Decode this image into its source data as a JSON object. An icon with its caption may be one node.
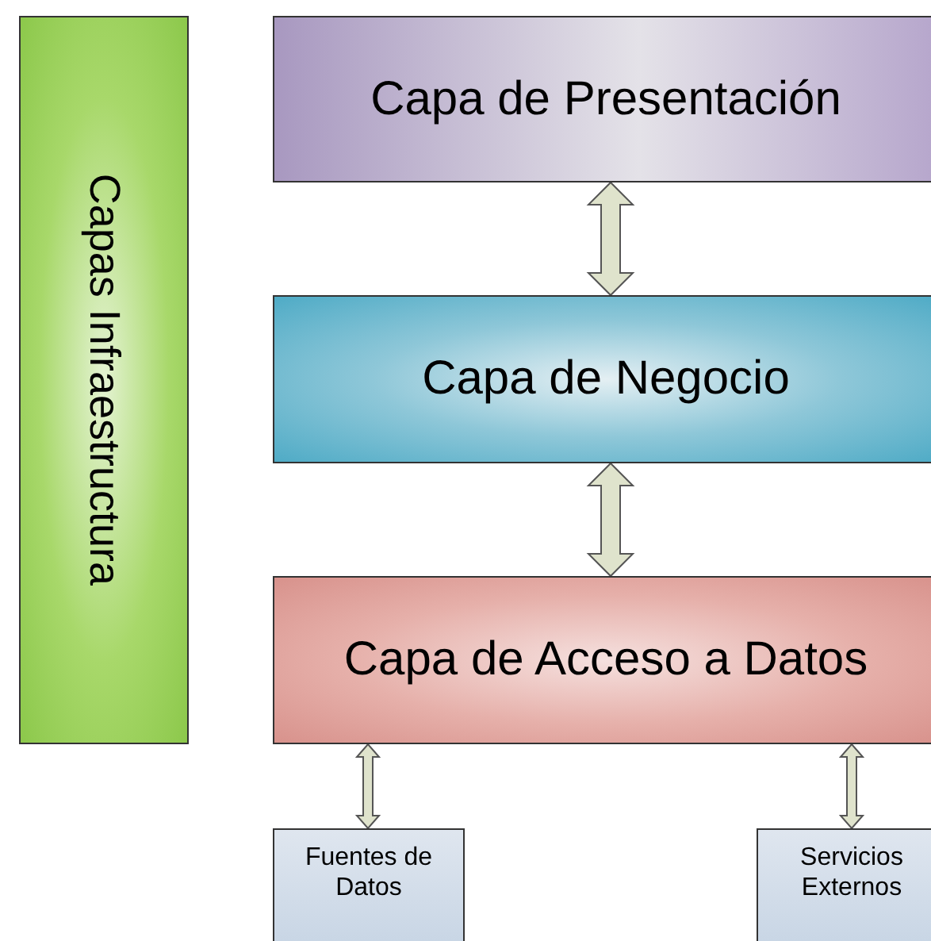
{
  "diagram": {
    "nodes": [
      {
        "text": [
          "Capas Infraestructura"
        ]
      },
      {
        "text": [
          "Capa de Presentación"
        ]
      },
      {
        "text": [
          "Capa de Negocio"
        ]
      },
      {
        "text": [
          "Capa de Acceso a Datos"
        ]
      },
      {
        "text": [
          "Fuentes de Datos"
        ]
      },
      {
        "text": [
          "Servicios Externos"
        ]
      }
    ],
    "edges": [
      {
        "from": 1,
        "to": 2,
        "arrow": "both"
      },
      {
        "from": 2,
        "to": 3,
        "arrow": "both"
      },
      {
        "from": 3,
        "to": 4,
        "arrow": "both"
      },
      {
        "from": 3,
        "to": 5,
        "arrow": "both"
      }
    ]
  }
}
